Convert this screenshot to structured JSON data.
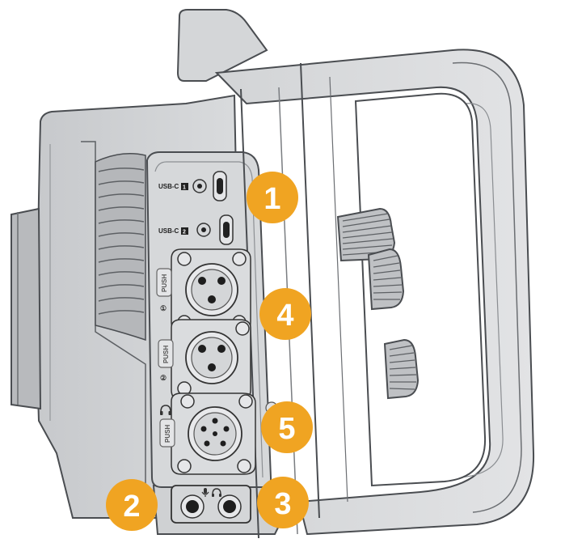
{
  "diagram": {
    "port_labels": {
      "usb_c_1": "USB-C",
      "usb_c_1_num": "1",
      "usb_c_2": "USB-C",
      "usb_c_2_num": "2",
      "push_1": "PUSH",
      "push_2": "PUSH",
      "push_3": "PUSH",
      "xlr_input_1": "①",
      "xlr_input_2": "②"
    },
    "callouts": [
      {
        "number": "1",
        "color": "#f0a422"
      },
      {
        "number": "2",
        "color": "#f0a422"
      },
      {
        "number": "3",
        "color": "#f0a422"
      },
      {
        "number": "4",
        "color": "#f0a422"
      },
      {
        "number": "5",
        "color": "#f0a422"
      }
    ],
    "icons": {
      "xlr_out": "headphones-icon",
      "mic_jack": "microphone-icon",
      "headphone_jack": "headphones-icon"
    }
  }
}
